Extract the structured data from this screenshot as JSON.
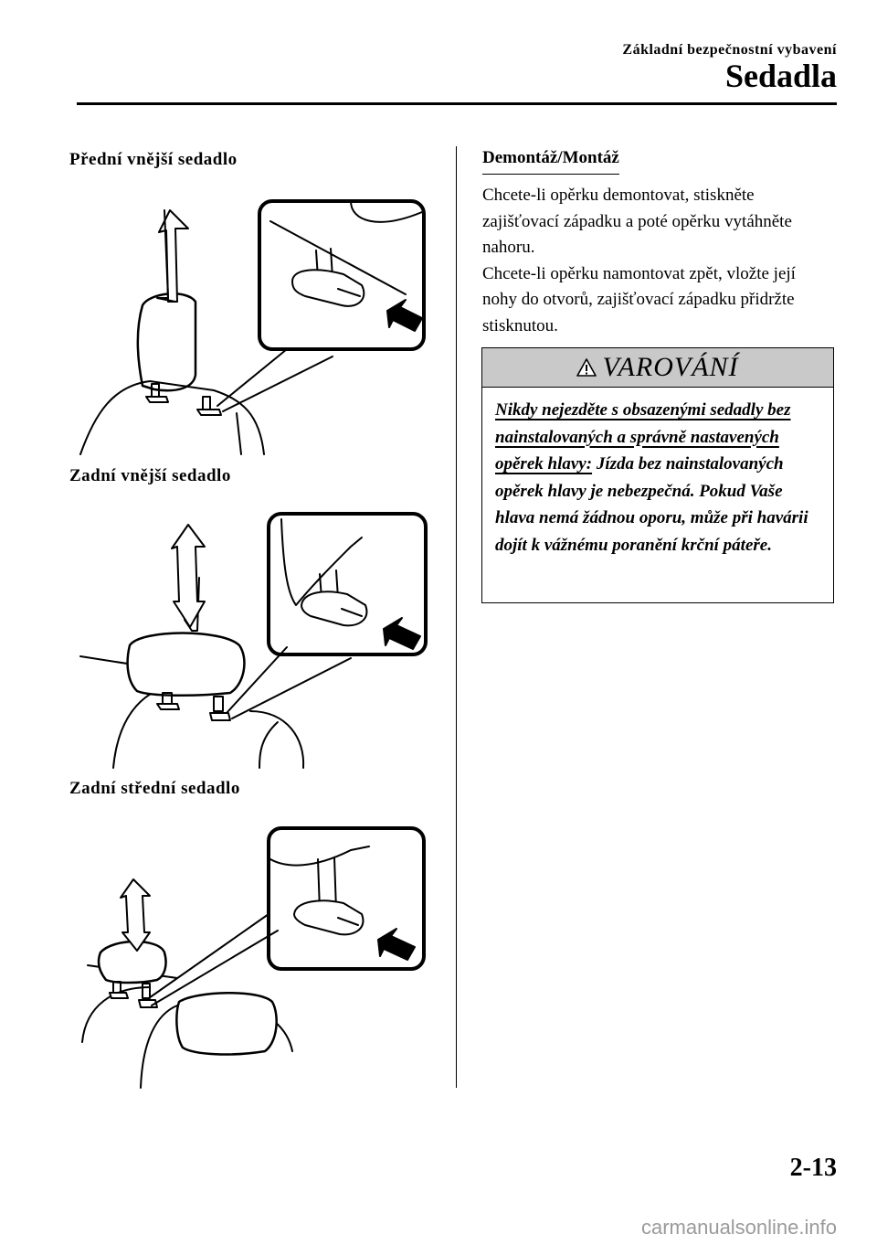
{
  "header": {
    "section": "Základní bezpečnostní vybavení",
    "title": "Sedadla"
  },
  "left_column": {
    "captions": [
      "Přední vnější sedadlo",
      "Zadní vnější sedadlo",
      "Zadní střední sedadlo"
    ]
  },
  "right_column": {
    "subheading": "Demontáž/Montáž",
    "paragraphs": [
      "Chcete-li opěrku demontovat, stiskněte zajišťovací západku a poté opěrku vytáhněte nahoru.",
      "Chcete-li opěrku namontovat zpět, vložte její nohy do otvorů, zajišťovací západku přidržte stisknutou."
    ]
  },
  "warning": {
    "title": "VAROVÁNÍ",
    "underlined": "Nikdy nejezděte s obsazenými sedadly bez nainstalovaných a správně nastavených opěrek hlavy:",
    "body": "Jízda bez nainstalovaných opěrek hlavy je nebezpečná. Pokud Vaše hlava nemá žádnou oporu, může při havárii dojít k vážnému poranění krční páteře."
  },
  "footer": {
    "page_number": "2-13",
    "watermark": "carmanualsonline.info"
  }
}
